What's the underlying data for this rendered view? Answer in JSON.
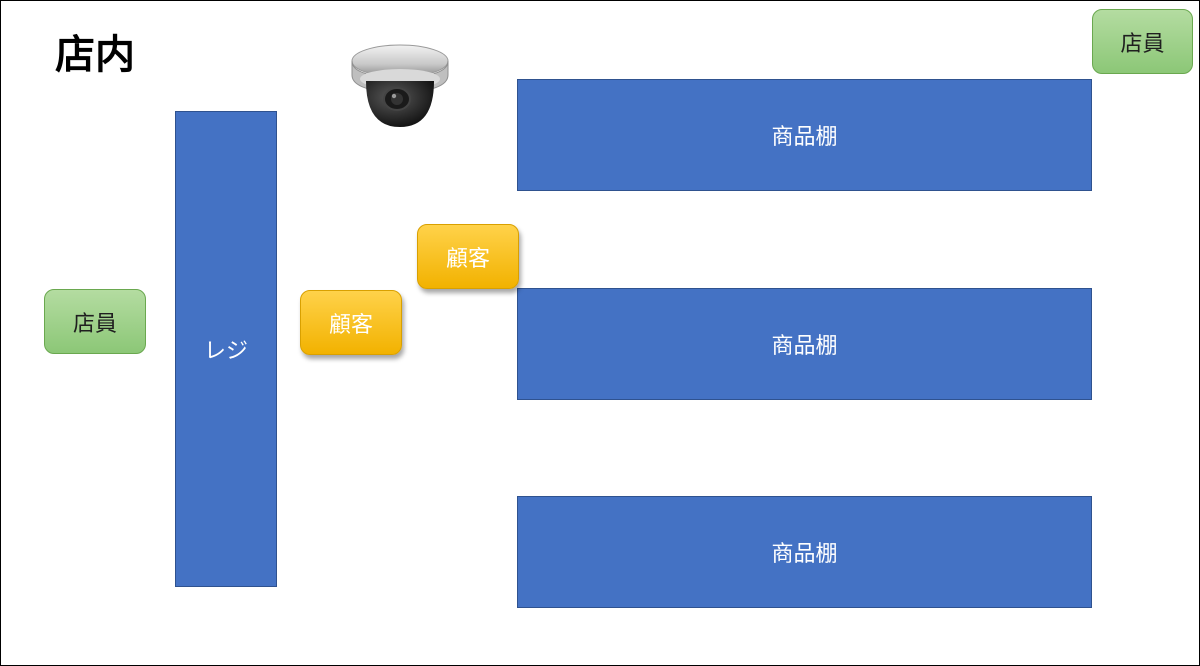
{
  "title": "店内",
  "register": {
    "label": "レジ"
  },
  "shelves": [
    {
      "label": "商品棚"
    },
    {
      "label": "商品棚"
    },
    {
      "label": "商品棚"
    }
  ],
  "staff": [
    {
      "label": "店員"
    },
    {
      "label": "店員"
    }
  ],
  "customers": [
    {
      "label": "顧客"
    },
    {
      "label": "顧客"
    }
  ],
  "icons": {
    "camera": "security-camera-icon"
  },
  "colors": {
    "shelf": "#4472c4",
    "staff": "#a9d18e",
    "customer": "#ffc000"
  }
}
